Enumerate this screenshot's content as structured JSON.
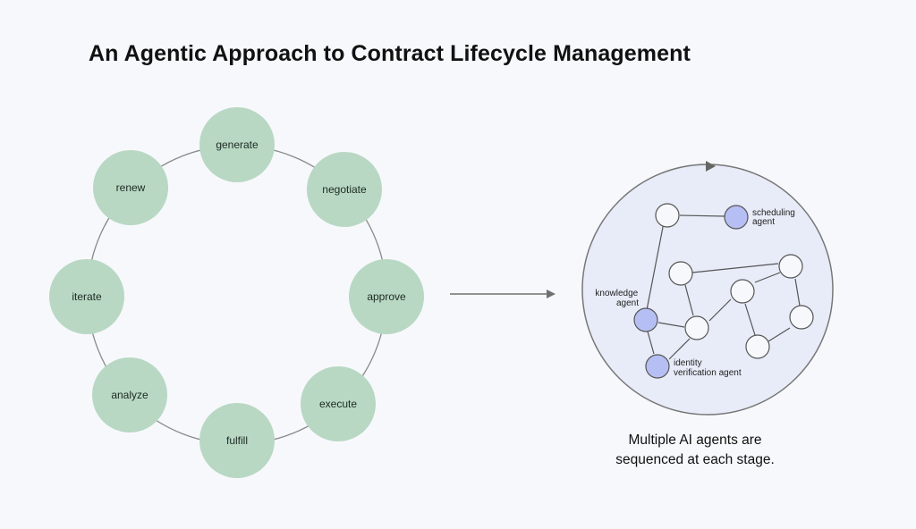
{
  "title": "An Agentic Approach to Contract Lifecycle Management",
  "lifecycle": {
    "stages": [
      "generate",
      "negotiate",
      "approve",
      "execute",
      "fulfill",
      "analyze",
      "iterate",
      "renew"
    ],
    "stage_color": "#b8d8c3",
    "ring_color": "#8a8a8a"
  },
  "agent_network": {
    "highlight_color": "#b6bff4",
    "background_color": "#e8ecf8",
    "agents": {
      "scheduling": [
        "scheduling",
        "agent"
      ],
      "knowledge": [
        "knowledge",
        "agent"
      ],
      "identity": [
        "identity",
        "verification agent"
      ]
    }
  },
  "caption": {
    "line1": "Multiple AI agents are",
    "line2": "sequenced at each stage."
  }
}
